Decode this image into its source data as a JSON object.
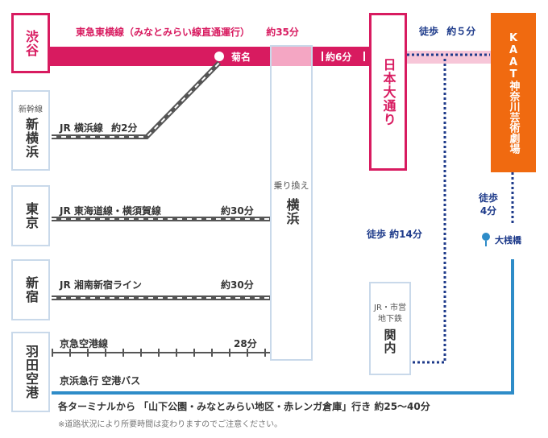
{
  "stations": {
    "shibuya": "渋谷",
    "shin_yokohama_caption": "新幹線",
    "shin_yokohama": "新横浜",
    "tokyo": "東京",
    "shinjuku": "新宿",
    "haneda": "羽田空港",
    "kikuna": "菊名",
    "yokohama_caption": "乗り換え",
    "yokohama": "横浜",
    "nihon_odori": "日本大通り",
    "kannai_caption": "JR・市営地下鉄",
    "kannai": "関内",
    "kaat": "KAAT神奈川芸術劇場",
    "osanbashi": "大桟橋"
  },
  "routes": {
    "toyoko_line": "東急東横線（みなとみらい線直通運行）",
    "toyoko_time": "約35分",
    "yokohama_nihon_time": "約6分",
    "jr_yokohama_line": "JR 横浜線",
    "jr_yokohama_time": "約2分",
    "tokaido_line": "JR 東海道線・横須賀線",
    "tokaido_time": "約30分",
    "shonan_line": "JR 湘南新宿ライン",
    "shonan_time": "約30分",
    "keikyu_line": "京急空港線",
    "keikyu_time": "28分",
    "keihin_bus": "京浜急行 空港バス"
  },
  "walks": {
    "nihon_to_kaat_label": "徒歩",
    "nihon_to_kaat_time": "約５分",
    "kannai_walk": "徒歩 約14分",
    "osanbashi_walk_label": "徒歩",
    "osanbashi_walk_time": "4分"
  },
  "notes": {
    "bus_note": "各ターミナルから 「山下公園・みなとみらい地区・赤レンガ倉庫」行き 約25～40分",
    "disclaimer": "※道路状況により所要時間は変わりますのでご注意ください。"
  },
  "colors": {
    "toyoko_red": "#d81b60",
    "toyoko_pale": "#f7c6d8",
    "kaat_orange": "#f06a10",
    "walk_navy": "#1d3a8a",
    "bus_blue": "#2e8cc8",
    "box_border": "#c9d9ea",
    "jr_track": "#555555"
  }
}
